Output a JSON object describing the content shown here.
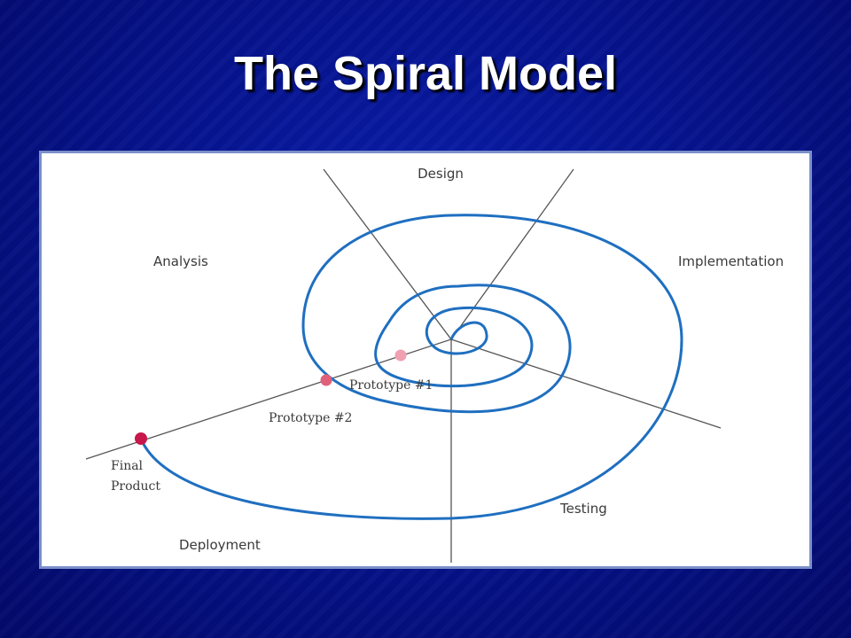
{
  "slide": {
    "title": "The Spiral Model"
  },
  "diagram": {
    "sectors": {
      "design": "Design",
      "analysis": "Analysis",
      "implementation": "Implementation",
      "testing": "Testing",
      "deployment": "Deployment"
    },
    "milestones": {
      "prototype1": "Prototype #1",
      "prototype2": "Prototype #2",
      "final_line1": "Final",
      "final_line2": "Product"
    },
    "colors": {
      "spiral": "#1f6fc0",
      "axis": "#555555",
      "prototype1_dot": "#f0a0b0",
      "prototype2_dot": "#e0607a",
      "final_dot": "#c8174a"
    }
  }
}
